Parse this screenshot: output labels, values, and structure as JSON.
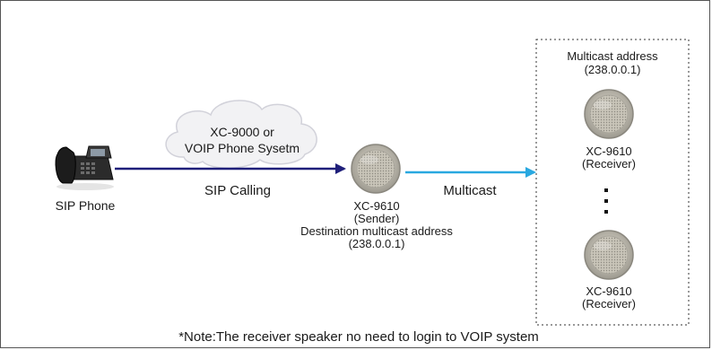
{
  "phone": {
    "label": "SIP Phone"
  },
  "cloud": {
    "line1": "XC-9000  or",
    "line2": "VOIP Phone Sysetm"
  },
  "link_sip": {
    "label": "SIP Calling",
    "color": "#1f1f7a"
  },
  "sender": {
    "model": "XC-9610",
    "role": "(Sender)",
    "dest_label": "Destination multicast address",
    "dest_value": "(238.0.0.1)"
  },
  "link_multicast": {
    "label": "Multicast",
    "color": "#29a8e0"
  },
  "receiver_group": {
    "title": "Multicast address",
    "address": "(238.0.0.1)",
    "receivers": [
      {
        "model": "XC-9610",
        "role": "(Receiver)"
      },
      {
        "model": "XC-9610",
        "role": "(Receiver)"
      }
    ]
  },
  "note": "*Note:The receiver speaker no need to login to VOIP system"
}
